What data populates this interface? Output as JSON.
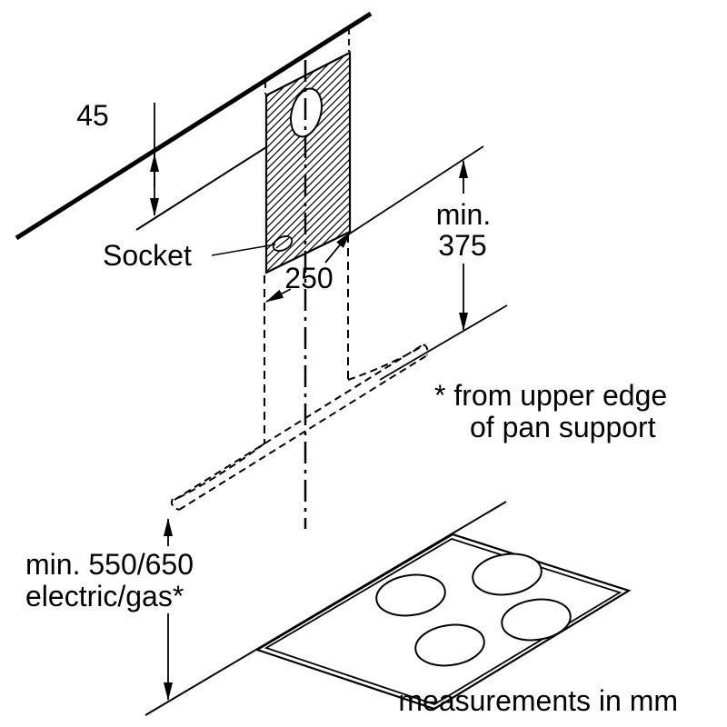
{
  "colors": {
    "line": "#000000",
    "background": "#ffffff"
  },
  "labels": {
    "ceiling_gap": "45",
    "socket": "Socket",
    "chimney_width": "250",
    "min_chimney_l1": "min.",
    "min_chimney_l2": "375",
    "footnote_l1": "* from upper edge",
    "footnote_l2": "of pan support",
    "hob_clearance_l1": "min. 550/650",
    "hob_clearance_l2": "electric/gas*",
    "units": "measurements in mm"
  }
}
